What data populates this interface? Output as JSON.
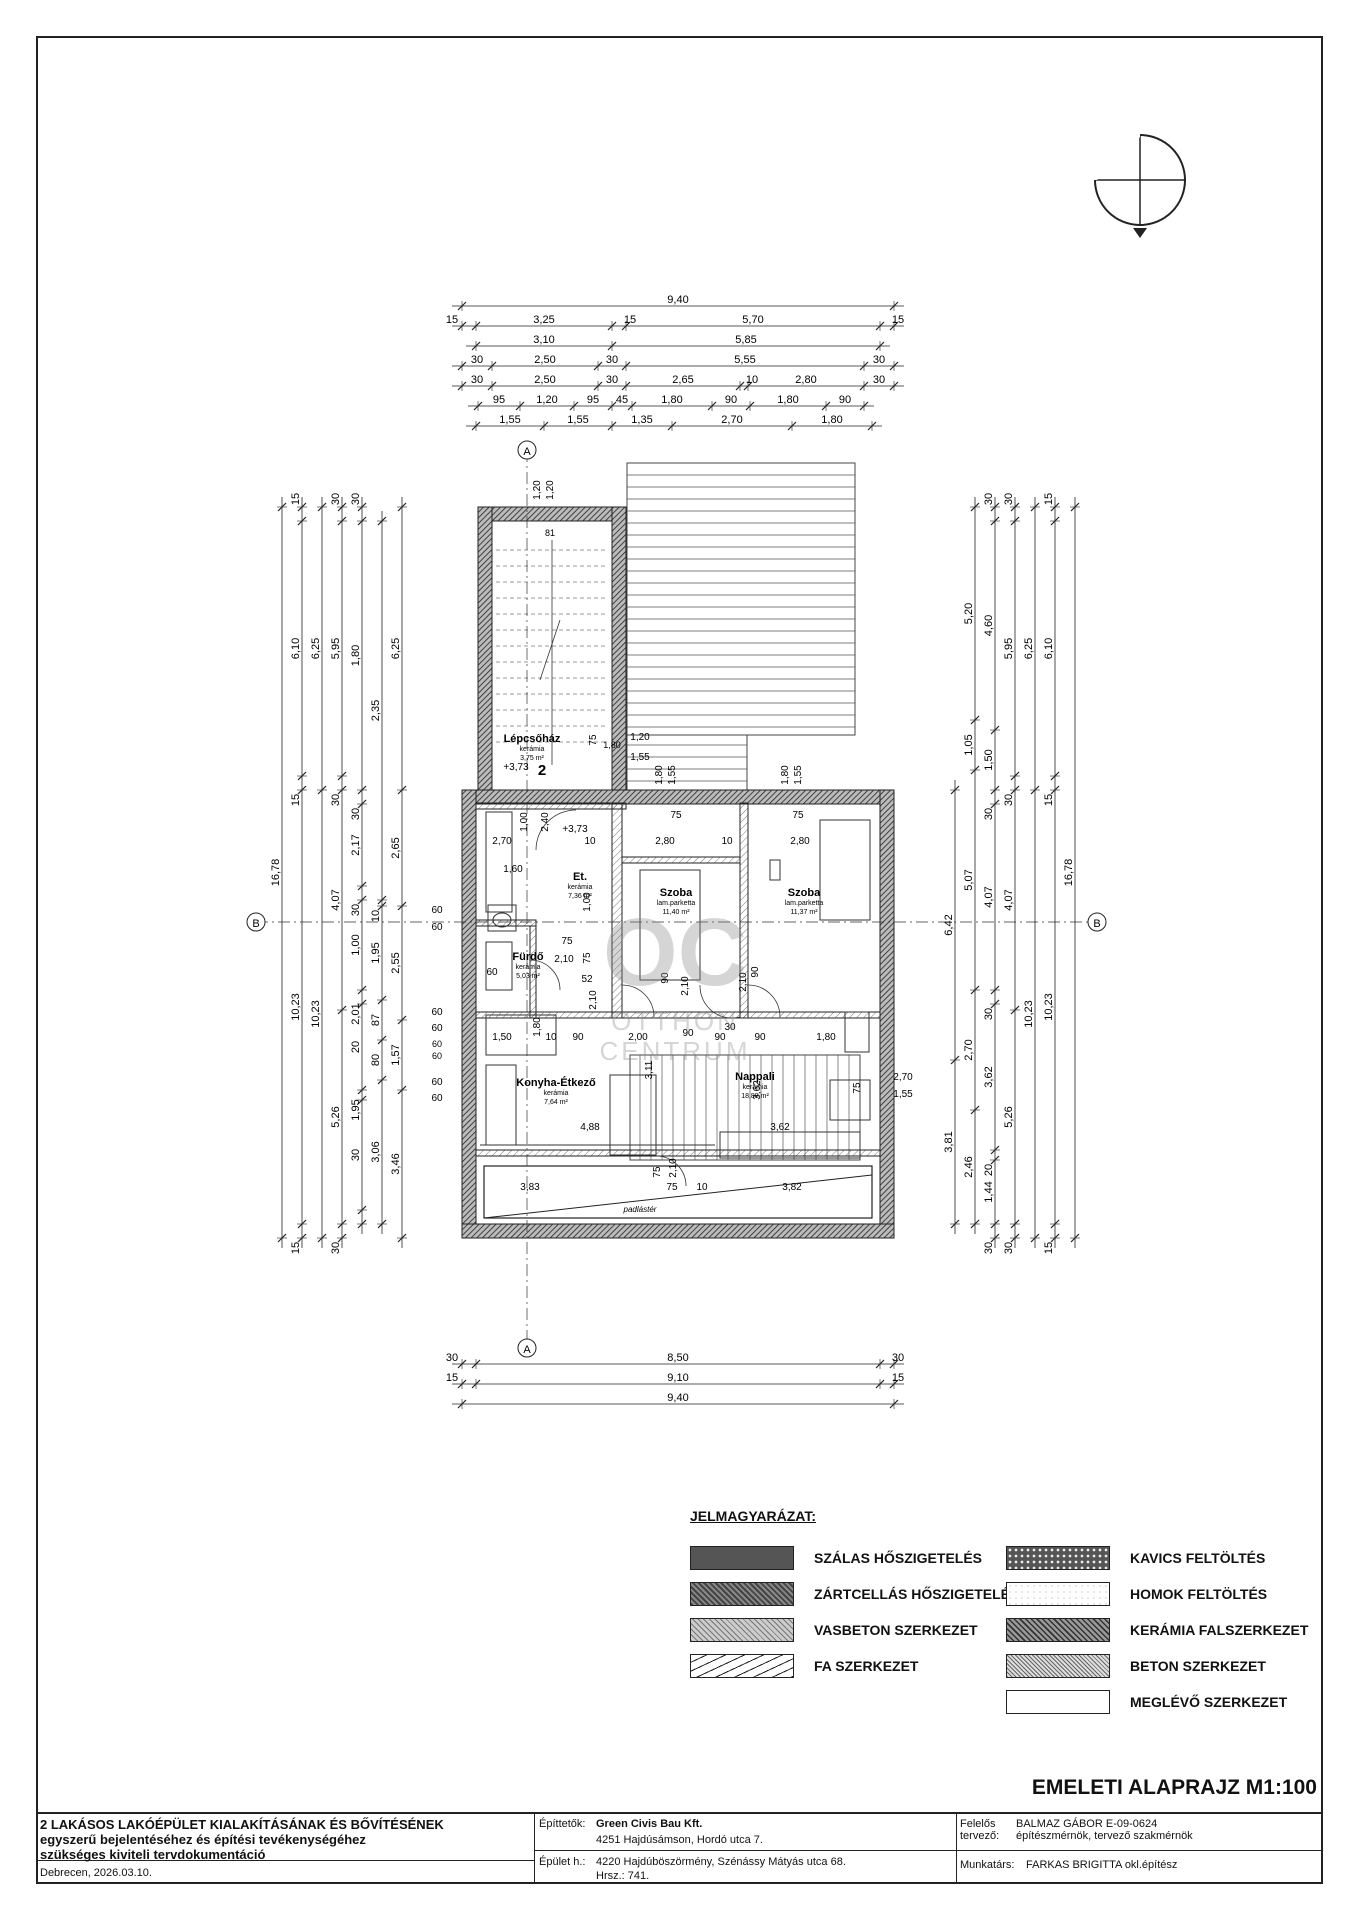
{
  "dims_top": {
    "total_1": "9,40",
    "row2": [
      "15",
      "3,25",
      "15",
      "5,70",
      "15"
    ],
    "row3": [
      "3,10",
      "5,85"
    ],
    "row4": [
      "30",
      "2,50",
      "30",
      "5,55",
      "30"
    ],
    "row5": [
      "30",
      "2,50",
      "30",
      "2,65",
      "10",
      "2,80",
      "30"
    ],
    "row6": [
      "95",
      "1,20",
      "95",
      "45",
      "1,80",
      "90",
      "1,80",
      "90"
    ],
    "row7": [
      "1,55",
      "1,55",
      "1,35",
      "2,70",
      "1,80"
    ]
  },
  "dims_bottom": {
    "row1": [
      "30",
      "8,50",
      "30"
    ],
    "row2": [
      "15",
      "9,10",
      "15"
    ],
    "total": "9,40"
  },
  "dims_left": {
    "total": "16,78",
    "col1": [
      "15",
      "6,10",
      "15",
      "10,23",
      "15"
    ],
    "col2": [
      "6,25",
      "10,23"
    ],
    "col3": [
      "30",
      "5,95",
      "30",
      "4,07",
      "5,26",
      "30"
    ],
    "col4": [
      "30",
      "1,80",
      "30",
      "2,17",
      "30",
      "1,00",
      "2,01",
      "20",
      "1,95",
      "30"
    ],
    "col5": [
      "2,35",
      "10",
      "1,95",
      "87",
      "80",
      "3,06"
    ],
    "col6": [
      "6,25",
      "2,65",
      "2,55",
      "1,57",
      "3,46"
    ]
  },
  "dims_right": {
    "total": "16,78",
    "col1": [
      "15",
      "6,10",
      "15",
      "10,23",
      "15"
    ],
    "col2": [
      "6,25",
      "10,23"
    ],
    "col3": [
      "30",
      "5,95",
      "30",
      "4,07",
      "5,26",
      "30"
    ],
    "col4": [
      "30",
      "4,60",
      "1,50",
      "30",
      "4,07",
      "30",
      "3,62",
      "20",
      "1,44",
      "30"
    ],
    "col5": [
      "5,20",
      "1,05",
      "5,07",
      "2,70",
      "2,46"
    ],
    "col6": [
      "6,42",
      "3,81"
    ]
  },
  "axes": {
    "a": "A",
    "b": "B"
  },
  "rooms": [
    {
      "name": "Lépcsőház",
      "finish": "kerámia",
      "area": "3,75 m²"
    },
    {
      "name": "Et.",
      "finish": "kerámia",
      "area": "7,36 m²"
    },
    {
      "name": "Szoba",
      "finish": "lam.parketta",
      "area": "11,40 m²"
    },
    {
      "name": "Szoba",
      "finish": "lam.parketta",
      "area": "11,37 m²"
    },
    {
      "name": "Fürdő",
      "finish": "kerámia",
      "area": "5,03 m²"
    },
    {
      "name": "Konyha-Étkező",
      "finish": "kerámia",
      "area": "7,64 m²"
    },
    {
      "name": "Nappali",
      "finish": "kerámia",
      "area": "18,88 m²"
    }
  ],
  "level_marks": [
    "+3,73",
    "+3,73"
  ],
  "stair_number": "2",
  "stair_top": "81",
  "attic_label": "padlástér",
  "inner_dims": {
    "a": "1,20",
    "b": "1,20",
    "c": "75",
    "d": "1,20",
    "e": "1,55",
    "f": "1,80",
    "g": "1,55",
    "h": "1,80",
    "i": "1,55",
    "j": "75",
    "k": "75",
    "l": "2,70",
    "m": "10",
    "n": "2,80",
    "o": "10",
    "p": "2,80",
    "q": "1,60",
    "r": "1,00",
    "s": "2,40",
    "t": "1,00",
    "u": "60",
    "v": "60",
    "w": "60",
    "x": "75",
    "y": "2,10",
    "z": "75",
    "aa": "52",
    "ab": "2,10",
    "ac": "2,10",
    "ad": "90",
    "ae": "90",
    "af": "2,10",
    "ag": "90",
    "ah": "30",
    "ai": "1,50",
    "aj": "10",
    "ak": "90",
    "al": "2,00",
    "am": "90",
    "an": "90",
    "ao": "1,80",
    "ap": "2,70",
    "aq": "1,55",
    "ar": "3,11",
    "as": "3,62",
    "at": "4,88",
    "au": "3,62",
    "av": "2,10",
    "aw": "75",
    "ax": "3,83",
    "ay": "75",
    "az": "10",
    "ba": "3,82",
    "bb": "1,80",
    "bc": "60",
    "bd": "60",
    "be": "60",
    "bf": "60",
    "bg": "60",
    "bh": "60",
    "bi": "75",
    "bj": "1,80"
  },
  "watermark": {
    "mark": "OC",
    "line1": "OTTHON",
    "line2": "CENTRUM"
  },
  "legend": {
    "title": "JELMAGYARÁZAT:",
    "left": [
      "SZÁLAS HŐSZIGETELÉS",
      "ZÁRTCELLÁS HŐSZIGETELÉS",
      "VASBETON SZERKEZET",
      "FA SZERKEZET"
    ],
    "right": [
      "KAVICS FELTÖLTÉS",
      "HOMOK FELTÖLTÉS",
      "KERÁMIA FALSZERKEZET",
      "BETON SZERKEZET",
      "MEGLÉVŐ SZERKEZET"
    ]
  },
  "sheet_title": "EMELETI ALAPRAJZ   M1:100",
  "titleblock": {
    "project_l1": "2 LAKÁSOS LAKÓÉPÜLET KIALAKÍTÁSÁNAK ÉS BŐVÍTÉSÉNEK",
    "project_l2": "egyszerű bejelentéséhez és építési tevékenységéhez",
    "project_l3": "szükséges kiviteli tervdokumentáció",
    "place_date": "Debrecen, 2026.03.10.",
    "builder_label": "Építtetők:",
    "builder_name": "Green Civis Bau Kft.",
    "builder_addr": "4251 Hajdúsámson, Hordó utca 7.",
    "building_label": "Épület h.:",
    "building_addr": "4220 Hajdúböszörmény, Szénássy Mátyás utca 68.",
    "plot": "Hrsz.: 741.",
    "resp_label1": "Felelős",
    "resp_label2": "tervező:",
    "resp_name": "BALMAZ GÁBOR  E-09-0624",
    "resp_role": "építészmérnök, tervező szakmérnök",
    "staff_label": "Munkatárs:",
    "staff_name": "FARKAS BRIGITTA   okl.építész"
  }
}
